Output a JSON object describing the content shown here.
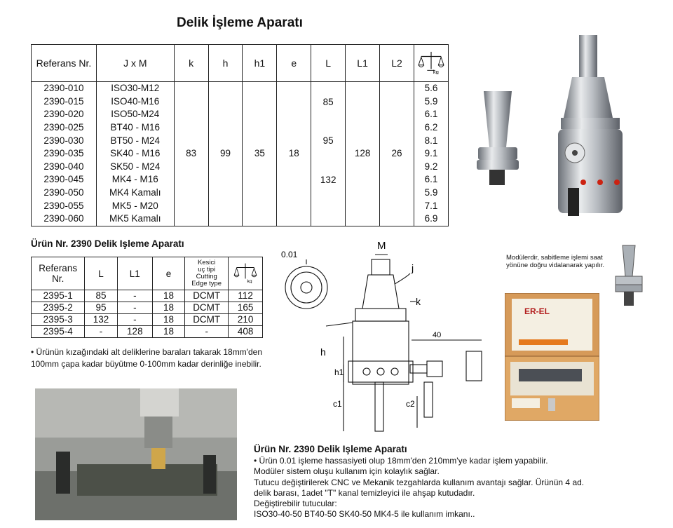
{
  "title": "Delik İşleme Aparatı",
  "main_table": {
    "headers": [
      "Referans Nr.",
      "J x M",
      "k",
      "h",
      "h1",
      "e",
      "L",
      "L1",
      "L2",
      "kg"
    ],
    "rows": [
      {
        "ref": "2390-010",
        "jxm": "ISO30-M12",
        "kg": "5.6"
      },
      {
        "ref": "2390-015",
        "jxm": "ISO40-M16",
        "kg": "5.9"
      },
      {
        "ref": "2390-020",
        "jxm": "ISO50-M24",
        "kg": "6.1"
      },
      {
        "ref": "2390-025",
        "jxm": "BT40 - M16",
        "kg": "6.2"
      },
      {
        "ref": "2390-030",
        "jxm": "BT50 - M24",
        "kg": "8.1"
      },
      {
        "ref": "2390-035",
        "jxm": "SK40 - M16",
        "kg": "9.1"
      },
      {
        "ref": "2390-040",
        "jxm": "SK50 - M24",
        "kg": "9.2"
      },
      {
        "ref": "2390-045",
        "jxm": "MK4  - M16",
        "kg": "6.1"
      },
      {
        "ref": "2390-050",
        "jxm": "MK4 Kamalı",
        "kg": "5.9"
      },
      {
        "ref": "2390-055",
        "jxm": "MK5  - M20",
        "kg": "7.1"
      },
      {
        "ref": "2390-060",
        "jxm": "MK5 Kamalı",
        "kg": "6.9"
      }
    ],
    "k": "83",
    "h": "99",
    "h1": "35",
    "e": "18",
    "L_values": [
      "85",
      "95",
      "132"
    ],
    "L1": "128",
    "L2": "26"
  },
  "section_title": "Ürün Nr. 2390 Delik Işleme Aparatı",
  "sub_table": {
    "headers": {
      "ref": "Referans Nr.",
      "L": "L",
      "L1": "L1",
      "e": "e",
      "kesici": [
        "Kesici",
        "uç tipi",
        "Cutting",
        "Edge type"
      ],
      "kg": "kg"
    },
    "rows": [
      {
        "ref": "2395-1",
        "L": "85",
        "L1": "-",
        "e": "18",
        "tip": "DCMT",
        "kg": "112"
      },
      {
        "ref": "2395-2",
        "L": "95",
        "L1": "-",
        "e": "18",
        "tip": "DCMT",
        "kg": "165"
      },
      {
        "ref": "2395-3",
        "L": "132",
        "L1": "-",
        "e": "18",
        "tip": "DCMT",
        "kg": "210"
      },
      {
        "ref": "2395-4",
        "L": "-",
        "L1": "128",
        "e": "18",
        "tip": "-",
        "kg": "408"
      }
    ]
  },
  "note": [
    "• Ürünün kızağındaki alt deliklerine baraları takarak 18mm'den",
    "100mm çapa kadar büyütme 0-100mm kadar derinliğe inebilir."
  ],
  "diagram_labels": {
    "precision": "0.01",
    "M": "M",
    "j": "j",
    "k": "k",
    "dim40": "40",
    "h": "h",
    "h1": "h1",
    "c1": "c1",
    "c2": "c2"
  },
  "callout": [
    "Modülerdir, sabitleme işlemi saat",
    "yönüne doğru vidalanarak yapılır."
  ],
  "box_brand": "ER-EL",
  "info": {
    "heading": "Ürün Nr. 2390 Delik Işleme Aparatı",
    "lines": [
      "• Ürün  0.01 işleme hassasiyeti olup 18mm'den 210mm'ye kadar işlem yapabilir.",
      "Modüler sistem oluşu kullanım için kolaylık sağlar.",
      "Tutucu değiştirilerek CNC ve Mekanik tezgahlarda kullanım avantajı sağlar. Ürünün 4 ad.",
      "delik barası, 1adet \"T\" kanal temizleyici ile ahşap kutudadır.",
      "Değiştirebilir tutucular:",
      "ISO30-40-50 BT40-50 SK40-50 MK4-5 ile kullanım imkanı.."
    ]
  }
}
